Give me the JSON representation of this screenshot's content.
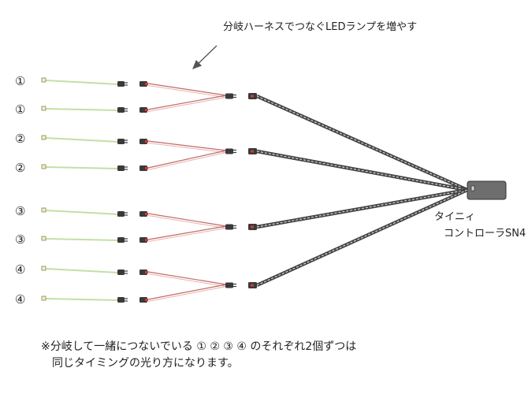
{
  "title": "分岐ハーネスでつなぐLEDランプを増やす",
  "controller": {
    "line1": "タイニィ",
    "line2": "コントローラSN4"
  },
  "groups": [
    {
      "label": "①"
    },
    {
      "label": "②"
    },
    {
      "label": "③"
    },
    {
      "label": "④"
    }
  ],
  "note": {
    "line1": "※分岐して一緒につないでいる ① ② ③ ④ のそれぞれ2個ずつは",
    "line2": "同じタイミングの光り方になります。"
  },
  "colors": {
    "led_wire": "#c2e0a6",
    "harness_wire": "#c06a66",
    "cable": "#444444",
    "connector": "#3a3a3a",
    "connector_red": "#d23a3a",
    "controller": "#6e6e6e"
  }
}
